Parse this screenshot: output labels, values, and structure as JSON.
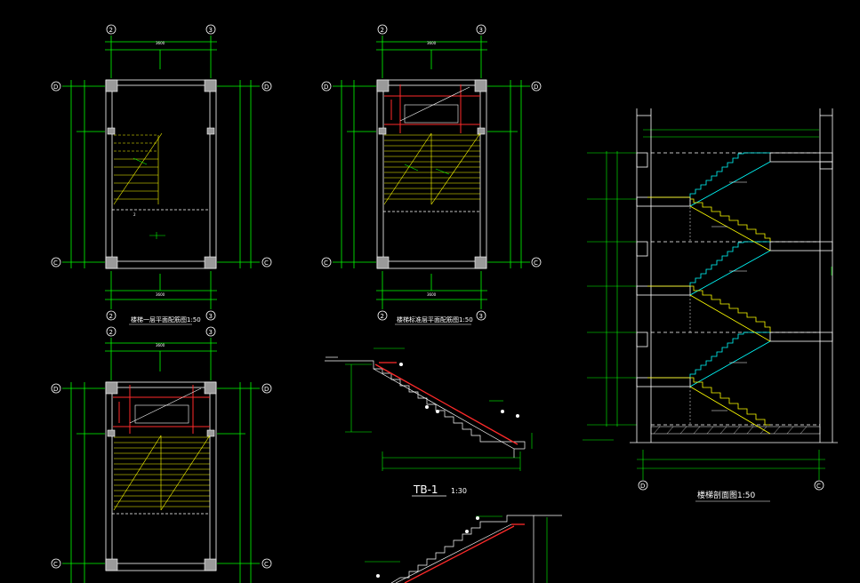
{
  "colors": {
    "background": "#000000",
    "dimension": "#00ff00",
    "wall": "#ffffff",
    "stair_plan": "#ffff00",
    "beam": "#ff0000",
    "section_stair_a": "#00ffff",
    "section_stair_b": "#ffff00",
    "grid_dash": "#ffffff"
  },
  "drawings": {
    "plan_ground": {
      "title": "楼梯一层平面配筋图1:50",
      "axis_left": "2",
      "axis_right": "3",
      "axis_top": "D",
      "axis_bottom": "C"
    },
    "plan_typical": {
      "title": "楼梯标准层平面配筋图1:50",
      "axis_left": "2",
      "axis_right": "3",
      "axis_top": "D",
      "axis_bottom": "C"
    },
    "plan_top": {
      "axis_left": "2",
      "axis_right": "3",
      "axis_top": "D",
      "axis_bottom": "C"
    },
    "tb1": {
      "title": "TB-1",
      "scale": "1:30"
    },
    "section": {
      "title": "楼梯剖面图1:50",
      "axis_left": "D",
      "axis_right": "C"
    }
  }
}
